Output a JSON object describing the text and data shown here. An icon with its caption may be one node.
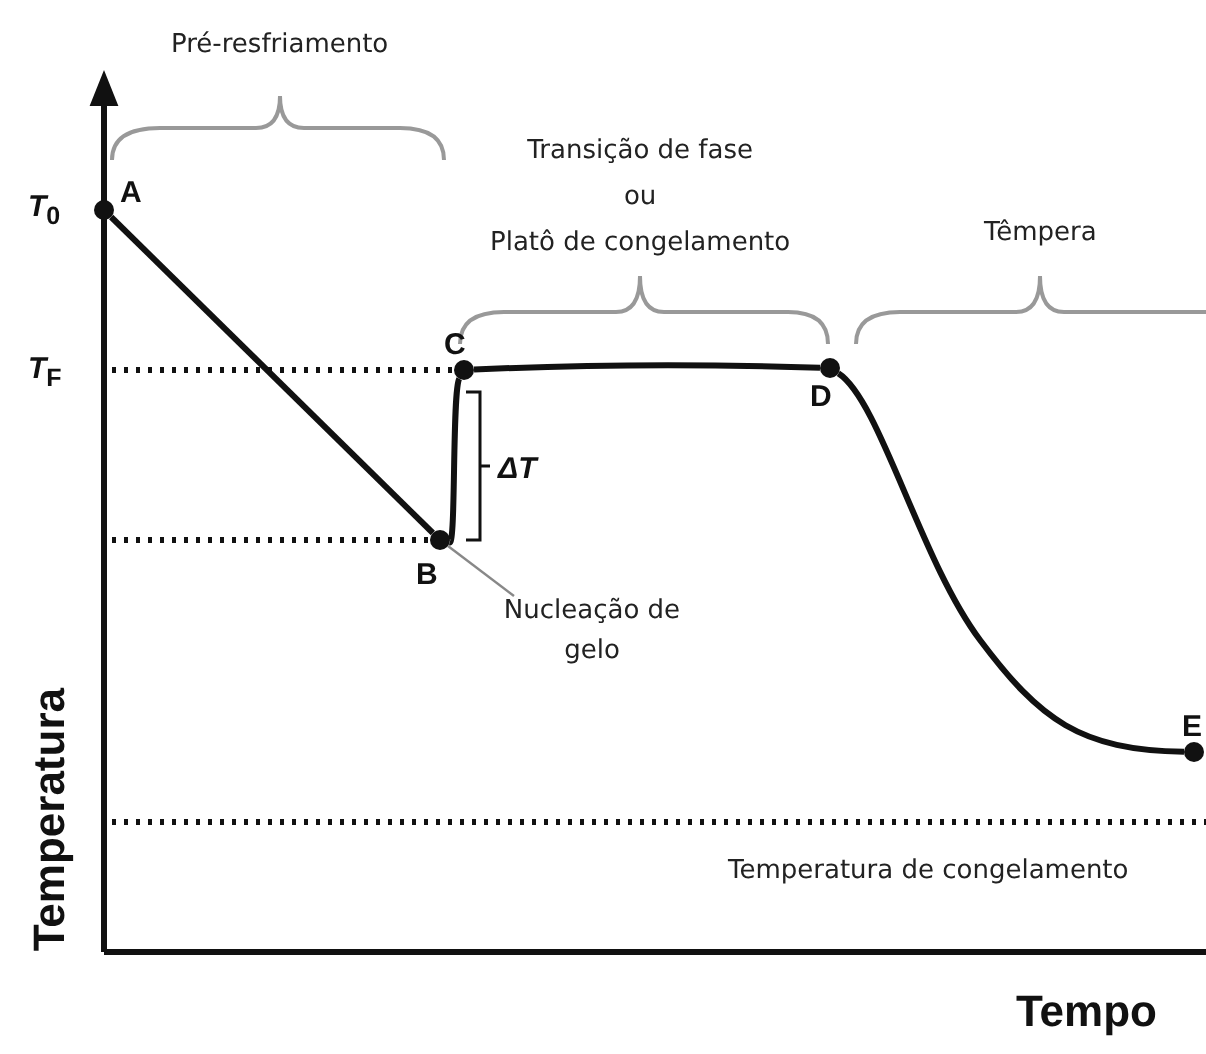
{
  "diagram": {
    "nodes": [
      {
        "text": [
          "Nucleação de gelo"
        ]
      },
      {
        "text": [],
        "shape": "circle",
        "beside": [
          "A"
        ]
      },
      {
        "text": [],
        "shape": "circle",
        "beside": [
          "B"
        ]
      },
      {
        "text": [],
        "shape": "circle",
        "beside": [
          "C"
        ]
      },
      {
        "text": [],
        "shape": "circle",
        "beside": [
          "D"
        ]
      },
      {
        "text": [],
        "shape": "circle",
        "beside": [
          "E"
        ]
      }
    ],
    "edges": [
      {
        "from": 0,
        "to": 2,
        "arrow": "none",
        "color": "#888888"
      },
      {
        "from": 1,
        "to": 2,
        "arrow": "none"
      },
      {
        "from": 2,
        "to": 3,
        "arrow": "none"
      },
      {
        "from": 3,
        "to": 4,
        "arrow": "none"
      },
      {
        "from": 4,
        "to": 5,
        "arrow": "none"
      }
    ],
    "labels": [
      "Pré-resfriamento",
      "Transição de fase ou Platô de congelamento",
      "Têmpera",
      "*T*$_{0}$",
      "*T*$_{F}$",
      "ΔT",
      "Temperatura de congelamento",
      "Temperatura",
      "Tempo"
    ]
  }
}
